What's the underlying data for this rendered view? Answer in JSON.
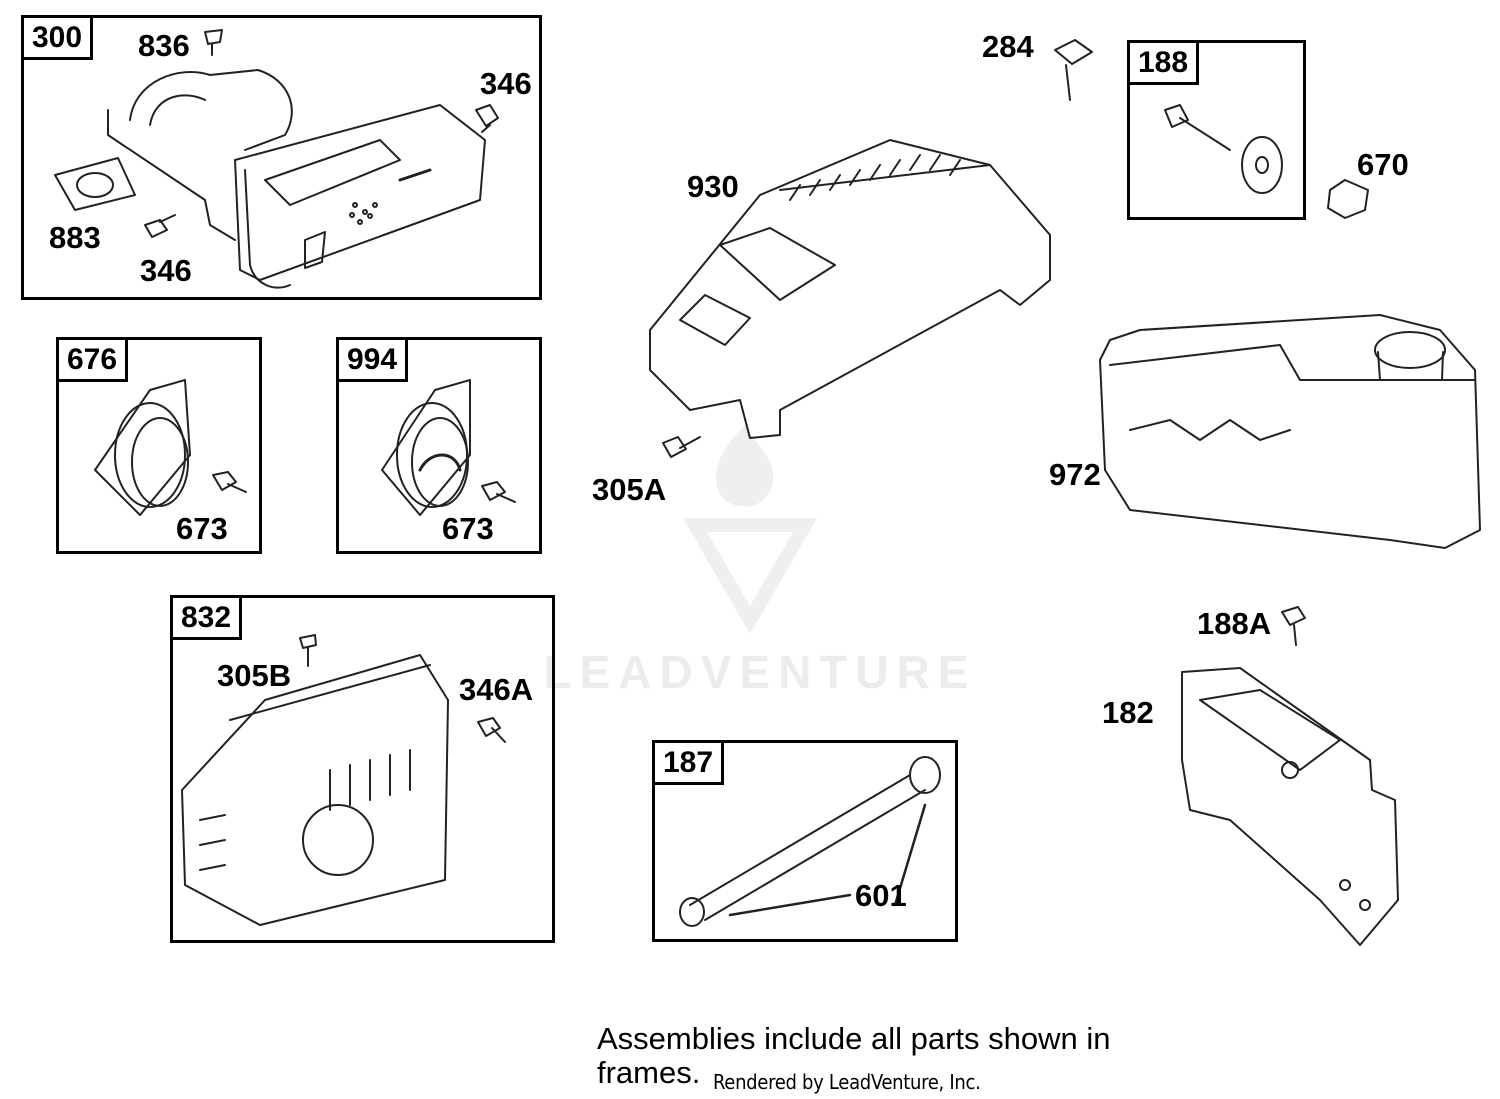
{
  "frames": {
    "f300": "300",
    "f676": "676",
    "f994": "994",
    "f832": "832",
    "f188": "188",
    "f187": "187"
  },
  "labels": {
    "p836": "836",
    "p346a": "346",
    "p883": "883",
    "p346b": "346",
    "p673a": "673",
    "p673b": "673",
    "p305B": "305B",
    "p346A": "346A",
    "p284": "284",
    "p930": "930",
    "p305A": "305A",
    "p670": "670",
    "p972": "972",
    "p188A": "188A",
    "p182": "182",
    "p601": "601"
  },
  "watermark": "LEADVENTURE",
  "footer": {
    "note": "Assemblies include all parts shown in frames.",
    "credit": "Rendered by LeadVenture, Inc."
  }
}
